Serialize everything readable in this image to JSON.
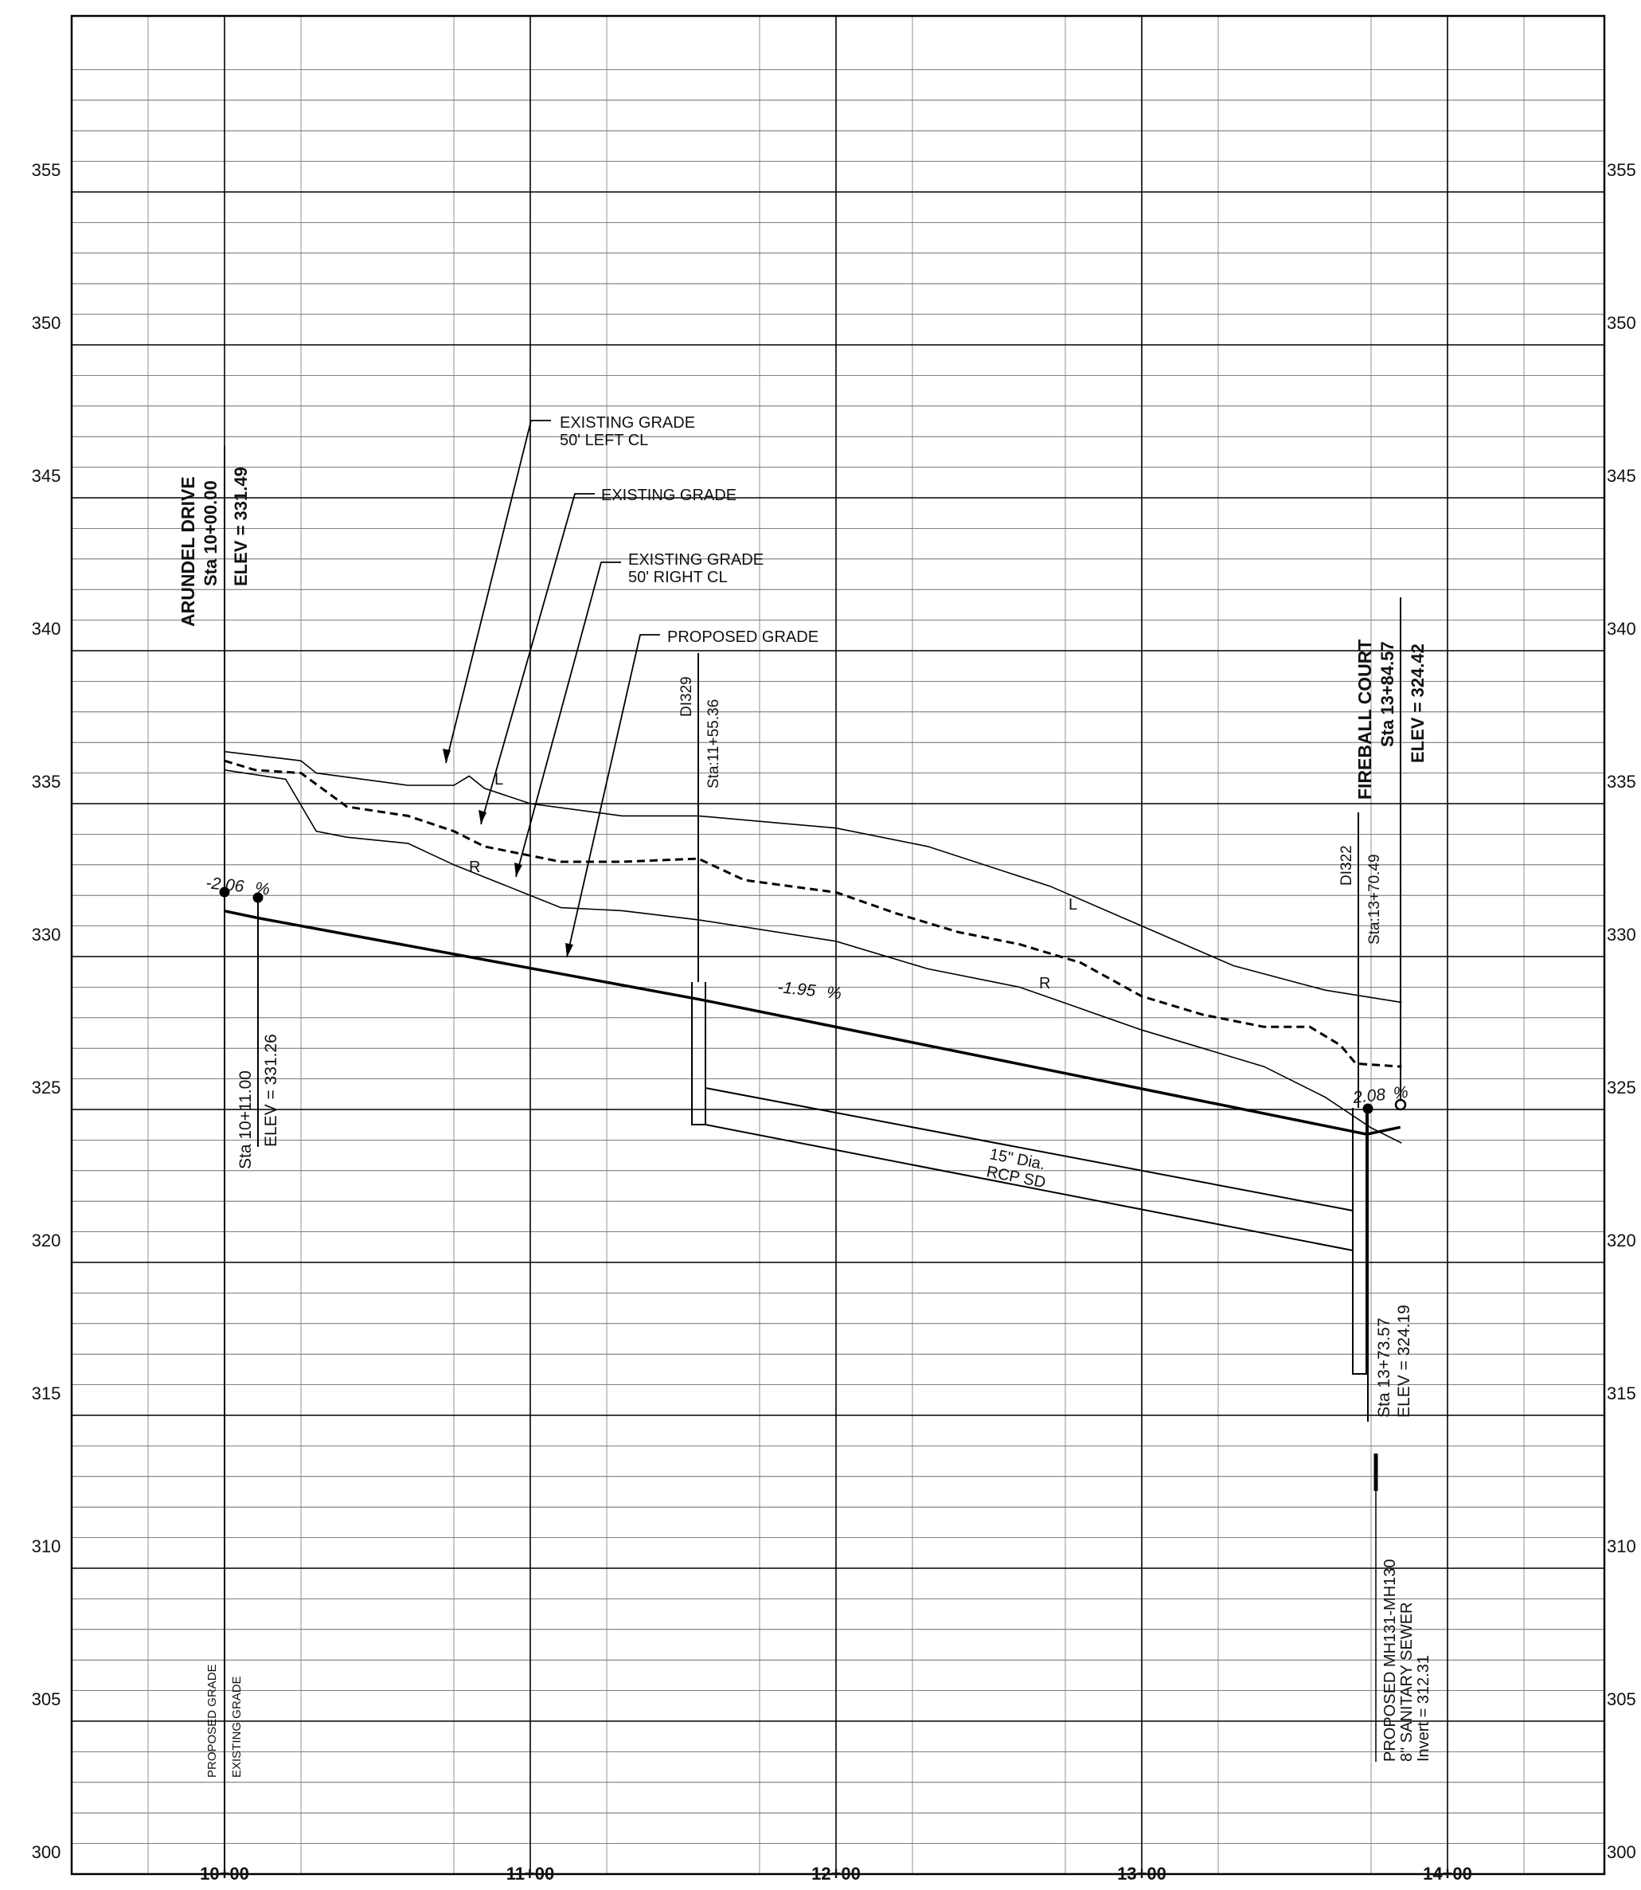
{
  "axes": {
    "elev_labels": [
      "355",
      "350",
      "345",
      "340",
      "335",
      "330",
      "325",
      "320",
      "315",
      "310",
      "305",
      "300"
    ],
    "elev_values": [
      355,
      350,
      345,
      340,
      335,
      330,
      325,
      320,
      315,
      310,
      305,
      300
    ],
    "station_labels": [
      "10+00",
      "11+00",
      "12+00",
      "13+00",
      "14+00"
    ],
    "station_values": [
      0,
      100,
      200,
      300,
      400
    ],
    "ylim": [
      300,
      360
    ],
    "xlim": [
      -50,
      450
    ]
  },
  "callouts": {
    "eg_left_1": "EXISTING GRADE",
    "eg_left_2": "50' LEFT CL",
    "eg_cl": "EXISTING GRADE",
    "eg_right_1": "EXISTING GRADE",
    "eg_right_2": "50' RIGHT CL",
    "proposed": "PROPOSED GRADE"
  },
  "arundel": {
    "name": "ARUNDEL DRIVE",
    "sta": "Sta 10+00.00",
    "elev": "ELEV = 331.49"
  },
  "fireball": {
    "name": "FIREBALL COURT",
    "sta": "Sta 13+84.57",
    "elev": "ELEV = 324.42"
  },
  "pvi1": {
    "sta": "Sta 10+11.00",
    "elev": "ELEV = 331.26"
  },
  "pvi2": {
    "sta": "Sta 13+73.57",
    "elev": "ELEV = 324.19"
  },
  "grades": {
    "g1": "-2.06",
    "g1_pct": "%",
    "g2": "-1.95",
    "g2_pct": "%",
    "g3": "2.08",
    "g3_pct": "%"
  },
  "di329": {
    "name": "DI329",
    "sta": "Sta:11+55.36"
  },
  "di322": {
    "name": "DI322",
    "sta": "Sta:13+70.49"
  },
  "pipe": {
    "line1": "15\" Dia.",
    "line2": "RCP SD"
  },
  "sewer": {
    "line1": "PROPOSED MH131-MH130",
    "line2": "8\" SANITARY SEWER",
    "line3": "Invert = 312.31"
  },
  "row_labels": {
    "proposed": "PROPOSED GRADE",
    "existing": "EXISTING GRADE"
  },
  "side_letters": {
    "left": "L",
    "right": "R"
  },
  "chart_data": {
    "type": "line",
    "xlabel": "",
    "ylabel": "",
    "series": [
      {
        "name": "EXISTING GRADE 50' LEFT CL",
        "x": [
          0,
          25,
          30,
          60,
          75,
          80,
          85,
          100,
          130,
          155,
          200,
          230,
          270,
          300,
          330,
          360,
          385
        ],
        "y": [
          336.7,
          336.4,
          336.0,
          335.6,
          335.6,
          335.9,
          335.5,
          335.0,
          334.6,
          334.6,
          334.2,
          333.6,
          332.3,
          331.0,
          329.7,
          328.9,
          328.5
        ]
      },
      {
        "name": "EXISTING GRADE",
        "x": [
          0,
          10,
          25,
          40,
          60,
          75,
          85,
          100,
          110,
          130,
          155,
          170,
          200,
          220,
          240,
          260,
          280,
          300,
          320,
          340,
          355,
          365,
          370,
          385
        ],
        "y": [
          336.4,
          336.1,
          336.0,
          334.9,
          334.6,
          334.1,
          333.6,
          333.3,
          333.1,
          333.1,
          333.2,
          332.5,
          332.1,
          331.4,
          330.8,
          330.4,
          329.8,
          328.7,
          328.1,
          327.7,
          327.7,
          327.1,
          326.5,
          326.4
        ]
      },
      {
        "name": "EXISTING GRADE 50' RIGHT CL",
        "x": [
          0,
          20,
          30,
          40,
          60,
          75,
          85,
          100,
          110,
          130,
          155,
          200,
          230,
          250,
          260,
          280,
          300,
          320,
          340,
          360,
          375,
          385
        ],
        "y": [
          336.1,
          335.8,
          334.1,
          333.9,
          333.7,
          333.0,
          332.6,
          332.0,
          331.6,
          331.5,
          331.2,
          330.5,
          329.6,
          329.2,
          329.0,
          328.3,
          327.6,
          327.0,
          326.4,
          325.4,
          324.4,
          323.9
        ]
      },
      {
        "name": "PROPOSED GRADE",
        "x": [
          0,
          11,
          155.36,
          373.57,
          384.57
        ],
        "y": [
          331.49,
          331.26,
          328.6,
          324.19,
          324.42
        ]
      }
    ],
    "grid": true
  }
}
